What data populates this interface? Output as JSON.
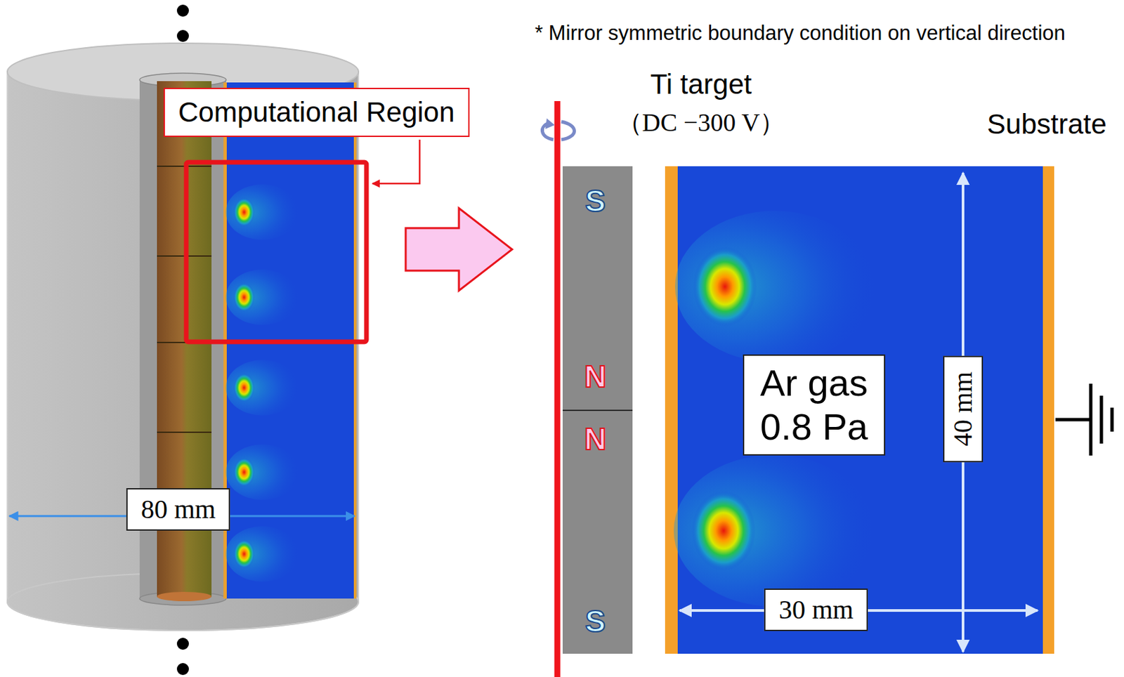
{
  "diagram": {
    "nodes": [
      {
        "text": [
          "Computational Region"
        ]
      },
      {
        "text": [
          "Ar gas",
          "0.8 Pa"
        ]
      }
    ],
    "labels": [
      "* Mirror symmetric boundary condition on vertical direction",
      "80 mm",
      "Ti target",
      "（DC −300 V）",
      "Substrate",
      "S",
      "N",
      "N",
      "S",
      "40 mm",
      "30 mm"
    ]
  }
}
